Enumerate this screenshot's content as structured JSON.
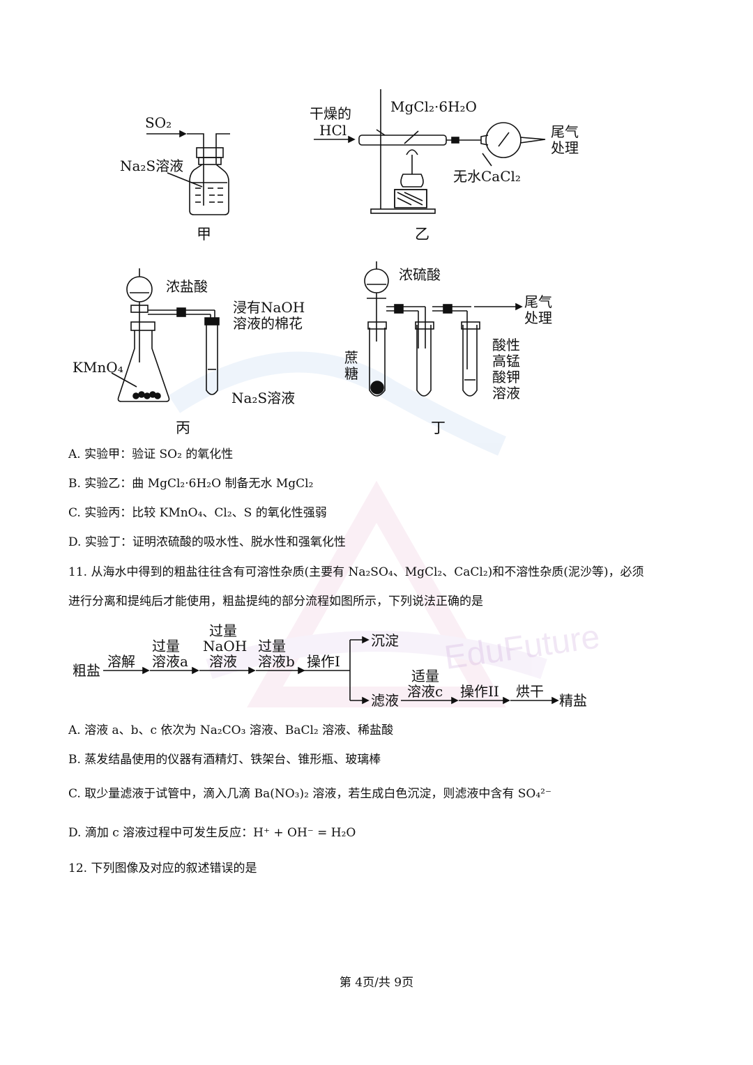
{
  "apparatus": {
    "jia": {
      "caption": "甲",
      "so2": "SO₂",
      "na2s": "Na₂S溶液"
    },
    "yi": {
      "caption": "乙",
      "dry_hcl_1": "干燥的",
      "dry_hcl_2": "HCl",
      "mgcl2": "MgCl₂·6H₂O",
      "tail_1": "尾气",
      "tail_2": "处理",
      "cacl2": "无水CaCl₂"
    },
    "bing": {
      "caption": "丙",
      "hcl": "浓盐酸",
      "naoh_1": "浸有NaOH",
      "naoh_2": "溶液的棉花",
      "kmno4": "KMnO₄",
      "na2s": "Na₂S溶液"
    },
    "ding": {
      "caption": "丁",
      "h2so4": "浓硫酸",
      "tail_1": "尾气",
      "tail_2": "处理",
      "sugar_1": "蔗",
      "sugar_2": "糖",
      "kmno4_1": "酸性",
      "kmno4_2": "高锰",
      "kmno4_3": "酸钾",
      "kmno4_4": "溶液"
    }
  },
  "q10_options": {
    "a": "A. 实验甲：验证 SO₂ 的氧化性",
    "b": "B. 实验乙：曲 MgCl₂·6H₂O 制备无水 MgCl₂",
    "c": "C. 实验丙：比较 KMnO₄、Cl₂、S 的氧化性强弱",
    "d": "D. 实验丁：证明浓硫酸的吸水性、脱水性和强氧化性"
  },
  "q11": {
    "stem_1": "11. 从海水中得到的粗盐往往含有可溶性杂质(主要有 Na₂SO₄、MgCl₂、CaCl₂)和不溶性杂质(泥沙等)，必须",
    "stem_2": "进行分离和提纯后才能使用，粗盐提纯的部分流程如图所示，下列说法正确的是",
    "flow": {
      "start": "粗盐",
      "s1": "溶解",
      "s2_1": "过量",
      "s2_2": "溶液a",
      "s3_1": "过量",
      "s3_2": "NaOH",
      "s3_3": "溶液",
      "s4_1": "过量",
      "s4_2": "溶液b",
      "op1": "操作I",
      "precipitate": "沉淀",
      "filtrate": "滤液",
      "s5_1": "适量",
      "s5_2": "溶液c",
      "op2": "操作II",
      "dry": "烘干",
      "end": "精盐"
    },
    "options": {
      "a": "A. 溶液 a、b、c 依次为 Na₂CO₃ 溶液、BaCl₂ 溶液、稀盐酸",
      "b": "B. 蒸发结晶使用的仪器有酒精灯、铁架台、锥形瓶、玻璃棒",
      "c": "C. 取少量滤液于试管中，滴入几滴 Ba(NO₃)₂ 溶液，若生成白色沉淀，则滤液中含有 SO₄²⁻",
      "d": "D. 滴加 c 溶液过程中可发生反应：H⁺ + OH⁻ = H₂O"
    }
  },
  "q12": {
    "stem": "12. 下列图像及对应的叙述错误的是"
  },
  "footer": "第 4页/共 9页",
  "watermark": "EduFuture"
}
